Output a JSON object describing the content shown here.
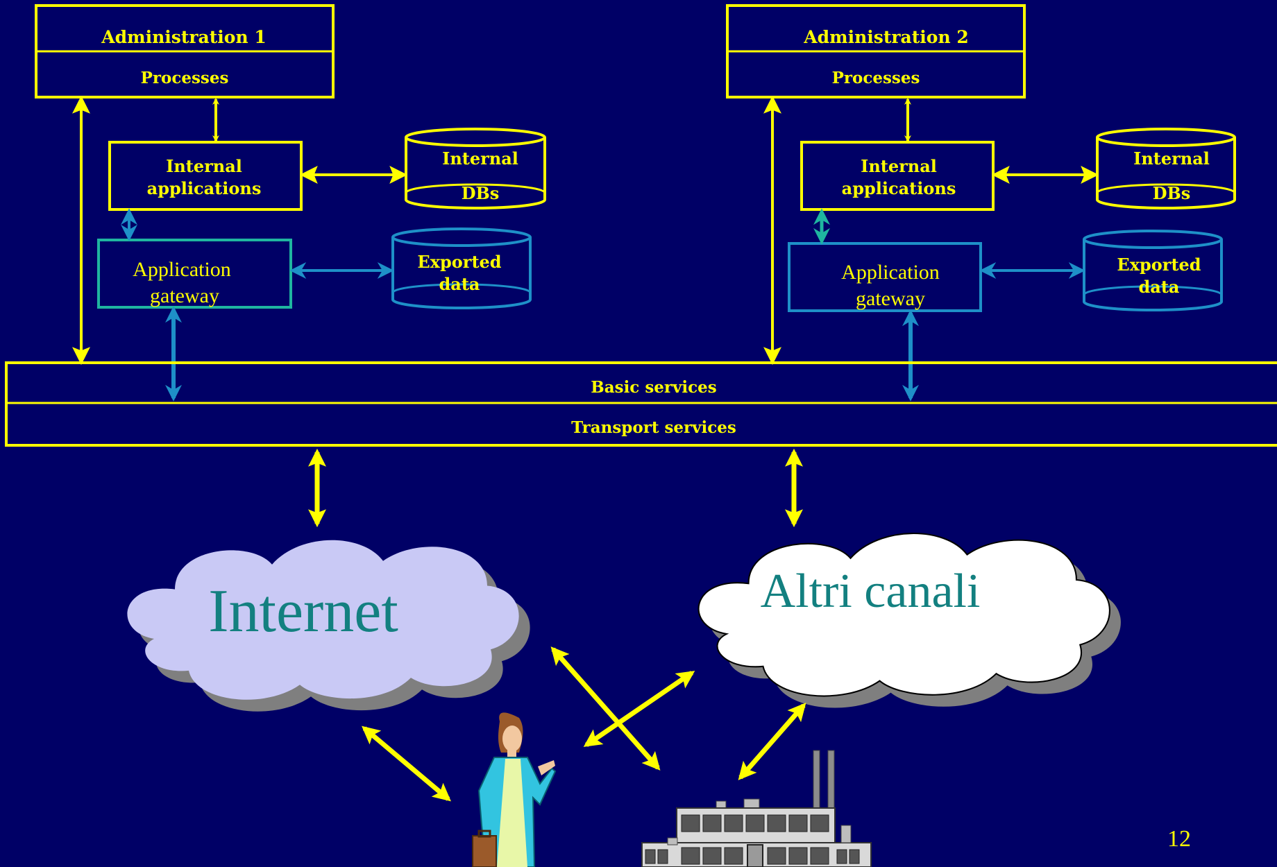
{
  "admin1": {
    "title": "Administration 1",
    "processes": "Processes",
    "internal_apps_line1": "Internal",
    "internal_apps_line2": "applications",
    "internal_dbs_line1": "Internal",
    "internal_dbs_line2": "DBs",
    "gateway_line1": "Application",
    "gateway_line2": "gateway",
    "exported_line1": "Exported",
    "exported_line2": "data"
  },
  "admin2": {
    "title": "Administration 2",
    "processes": "Processes",
    "internal_apps_line1": "Internal",
    "internal_apps_line2": "applications",
    "internal_dbs_line1": "Internal",
    "internal_dbs_line2": "DBs",
    "gateway_line1": "Application",
    "gateway_line2": "gateway",
    "exported_line1": "Exported",
    "exported_line2": "data"
  },
  "services": {
    "basic": "Basic services",
    "transport": "Transport services"
  },
  "clouds": {
    "internet": "Internet",
    "other_channels": "Altri canali"
  },
  "page_number": "12",
  "colors": {
    "background": "#000066",
    "yellow": "#ffff00",
    "teal": "#1fb5a0",
    "blue": "#1e90c8",
    "cloud_lavender": "#c9c9f5",
    "cloud_white": "#ffffff",
    "cloud_text": "#138080"
  },
  "icons": [
    "businesswoman-icon",
    "factory-icon"
  ]
}
